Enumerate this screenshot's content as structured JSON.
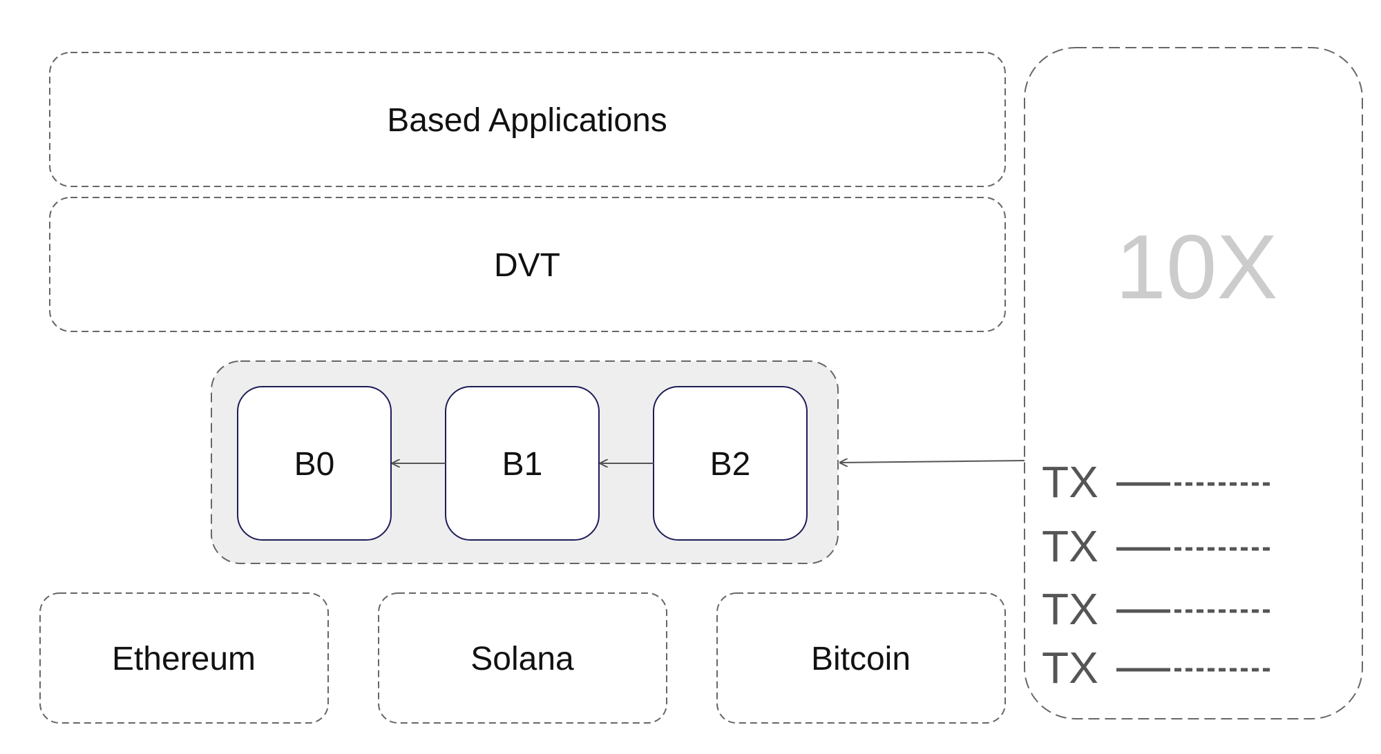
{
  "layers": {
    "applications": "Based Applications",
    "dvt": "DVT"
  },
  "blocks": [
    "B0",
    "B1",
    "B2"
  ],
  "chains": [
    "Ethereum",
    "Solana",
    "Bitcoin"
  ],
  "throughput": {
    "label": "10X",
    "transactions": [
      "TX",
      "TX",
      "TX",
      "TX"
    ]
  },
  "colors": {
    "dashed_border": "#666666",
    "block_border": "#1c1c5a",
    "block_group_fill": "#eeeeee",
    "big_label": "#cccccc",
    "tx_text": "#555555",
    "arrow": "#555555"
  }
}
